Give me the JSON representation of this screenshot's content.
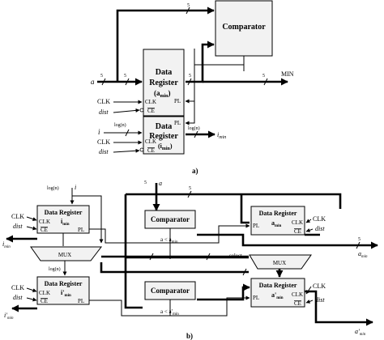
{
  "part_a": {
    "caption": "a)",
    "comparator": "Comparator",
    "reg_a_line1": "Data",
    "reg_a_line2": "Register",
    "reg_a_sub": "(a",
    "reg_a_sub2": "min",
    "reg_a_sub3": ")",
    "reg_i_line1": "Data",
    "reg_i_line2": "Register",
    "reg_i_sub": "(i",
    "reg_i_sub2": "min",
    "reg_i_sub3": ")",
    "clk": "CLK",
    "ce": "CE",
    "pl": "PL",
    "in_a": "a",
    "in_clk1": "CLK",
    "in_dist1": "dist",
    "in_i": "i",
    "in_clk2": "CLK",
    "in_dist2": "dist",
    "out_min": "MIN",
    "out_imin": "i",
    "out_imin_sub": "min",
    "bus5": "5",
    "bus_logn": "log(n)"
  },
  "part_b": {
    "caption": "b)",
    "comparator": "Comparator",
    "data_register": "Data Register",
    "sig_a": "a",
    "sig_i": "i",
    "lbl_imin": "i",
    "lbl_min": "min",
    "lbl_amin": "a",
    "lbl_imin_prime": "i'",
    "lbl_amin_prime": "a'",
    "clk": "CLK",
    "ce": "CE",
    "pl": "PL",
    "mux": "MUX",
    "select": "select",
    "dist": "dist",
    "cmp1": "a < a",
    "cmp2": "a < a'",
    "bus5": "5",
    "bus_logn": "log(n)"
  }
}
